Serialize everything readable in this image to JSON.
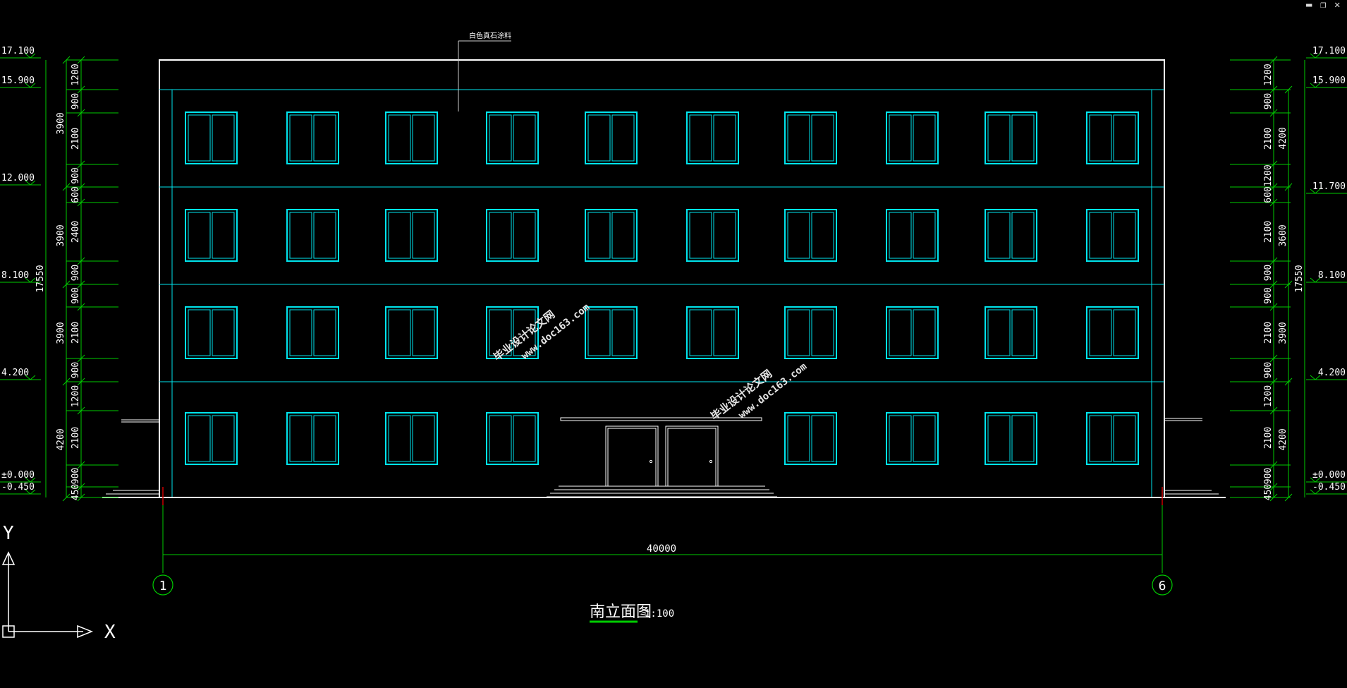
{
  "window_controls": {
    "minimize": "▬",
    "restore": "❐",
    "close": "✕"
  },
  "colors": {
    "background": "#000000",
    "outline": "#ffffff",
    "window": "#00e5ee",
    "dimension": "#00cc00",
    "leader": "#cccccc",
    "watermark": "#e5e5e5",
    "axis_mark": "#cc0000"
  },
  "drawing": {
    "title": "南立面图",
    "scale": "1:100",
    "material_note": "白色真石涂料",
    "total_width": "40000",
    "axis_left": "1",
    "axis_right": "6",
    "watermark_line1": "毕业设计论文网",
    "watermark_line2": "www.doc163.com"
  },
  "left_levels": [
    "17.100",
    "15.900",
    "12.000",
    "8.100",
    "4.200",
    "±0.000",
    "-0.450"
  ],
  "right_levels": [
    "17.100",
    "15.900",
    "11.700",
    "8.100",
    "4.200",
    "±0.000",
    "-0.450"
  ],
  "left_dims_inner": [
    "1200",
    "900",
    "2100",
    "900",
    "600",
    "2400",
    "900",
    "900",
    "2100",
    "900",
    "1200",
    "2100",
    "900",
    "450"
  ],
  "left_dims_outer": [
    "3900",
    "3900",
    "3900",
    "4200"
  ],
  "left_total": "17550",
  "right_dims_inner": [
    "1200",
    "900",
    "2100",
    "1200",
    "600",
    "2100",
    "900",
    "900",
    "2100",
    "900",
    "1200",
    "2100",
    "900",
    "450"
  ],
  "right_dims_outer": [
    "4200",
    "3600",
    "3900",
    "4200"
  ],
  "right_total": "17550",
  "ucs": {
    "x_label": "X",
    "y_label": "Y"
  }
}
